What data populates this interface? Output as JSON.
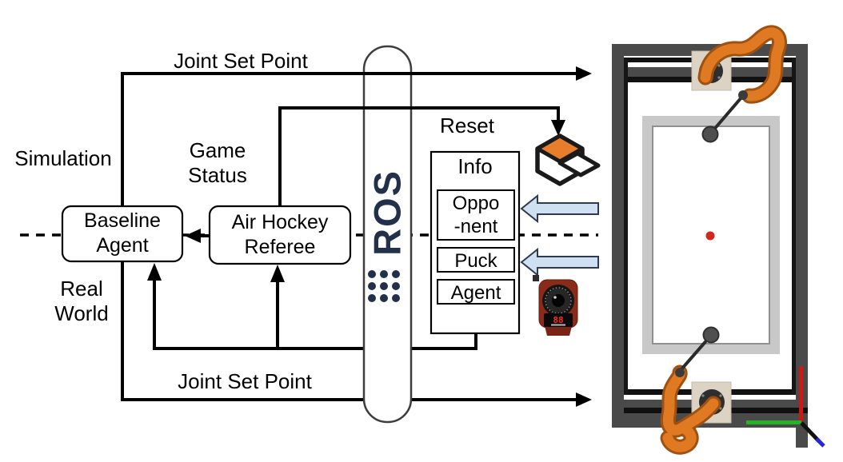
{
  "colors": {
    "line_black": "#000000",
    "ros_navy": "#22304a",
    "mujoco_orange": "#e87e2b",
    "robot_orange": "#e07a22",
    "blue_arrow_fill": "#cfe0f2",
    "puck_red": "#d3281c",
    "frame_dark_gray": "#4a4a4a",
    "table_light_gray": "#c8c8c8",
    "camera_body_red": "#8a2b1a",
    "camera_display_red": "#ff2d20",
    "axis_red": "#cc1a12",
    "axis_green": "#22b422",
    "axis_blue": "#2626e0"
  },
  "labels": {
    "joint_set_point_top": "Joint Set Point",
    "joint_set_point_bottom": "Joint Set Point",
    "simulation": "Simulation",
    "real_world": [
      "Real",
      "World"
    ],
    "game_status": [
      "Game",
      "Status"
    ],
    "reset": "Reset"
  },
  "boxes": {
    "baseline_agent": [
      "Baseline",
      "Agent"
    ],
    "air_hockey_referee": [
      "Air Hockey",
      "Referee"
    ],
    "info": {
      "title": "Info",
      "items": [
        {
          "lines": [
            "Oppo",
            "-nent"
          ]
        },
        {
          "lines": [
            "Puck"
          ]
        },
        {
          "lines": [
            "Agent"
          ]
        }
      ]
    }
  },
  "ros": {
    "label": "ROS"
  },
  "camera": {
    "display": "88"
  }
}
